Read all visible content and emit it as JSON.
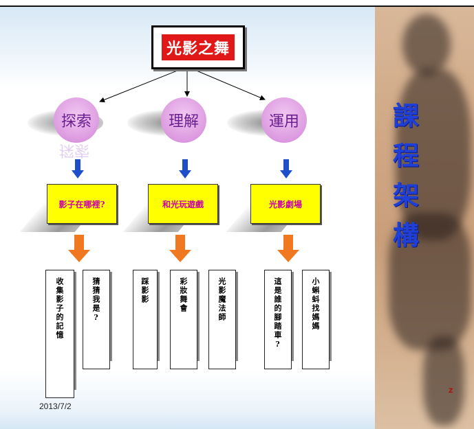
{
  "title": "光影之舞",
  "side_title": "課程架構",
  "corner_stamp": "Z",
  "date": "2013/7/2",
  "branches": [
    {
      "label": "探索",
      "note": "影子在哪裡?",
      "cards": [
        "收集影子的記憶",
        "猜猜我是?"
      ]
    },
    {
      "label": "理解",
      "note": "和光玩遊戲",
      "cards": [
        "踩影影",
        "彩妝舞會",
        "光影魔法師"
      ]
    },
    {
      "label": "運用",
      "note": "光影劇場",
      "cards": [
        "這是誰的腳踏車?",
        "小蝌蚪找媽媽"
      ]
    }
  ],
  "colors": {
    "title_fill": "#e01818",
    "circle_fill": "#dc9ae0",
    "note_fill": "#ffff00",
    "note_text": "#cc00aa",
    "arrow_blue": "#1e4fc8",
    "arrow_orange": "#f07820",
    "side_title": "#1f3fd6"
  }
}
